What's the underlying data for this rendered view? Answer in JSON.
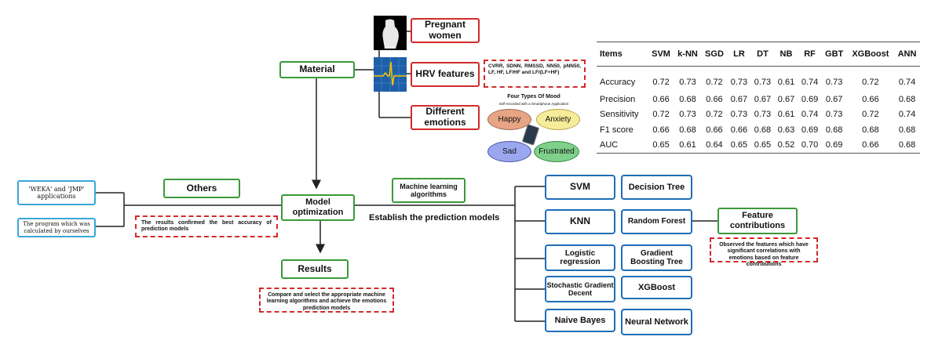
{
  "left": {
    "weka": "'WEKA' and 'JMP' applications",
    "program": "The program which was calculated by ourselves",
    "others": "Others"
  },
  "material": "Material",
  "inputs": {
    "pregnant": "Pregnant women",
    "hrv": "HRV features",
    "hrv_list": "CVRR, SDNN, RMSSD, NN50, pNN50, LF, HF, LF/HF and LF/(LF+HF)",
    "emotions": "Different emotions"
  },
  "mood": {
    "title": "Four Types Of Mood",
    "subtitle": "Self-recorded with a Smartphone Application",
    "items": [
      "Happy",
      "Anxiety",
      "Sad",
      "Frustrated"
    ]
  },
  "center": {
    "model_opt": "Model optimization",
    "ml": "Machine learning algorithms",
    "establish": "Establish the prediction models",
    "confirm": "The results confirmed the best accuracy of prediction models",
    "results": "Results",
    "results_note": "Compare and select the appropriate machine learning algorithms and achieve the emotions prediction models"
  },
  "models": [
    "SVM",
    "Decision Tree",
    "KNN",
    "Random Forest",
    "Logistic regression",
    "Gradient Boosting Tree",
    "Stochastic Gradient Decent",
    "XGBoost",
    "Naive Bayes",
    "Neural Network"
  ],
  "feature": {
    "label": "Feature contributions",
    "note": "Observed the features which have significant correlations with emotions based on feature contributions"
  },
  "colors": {
    "green": "#3a9a3a",
    "red": "#d22a2a",
    "blue": "#1f6db6",
    "cyan": "#3aa7d8"
  },
  "table": {
    "headers": [
      "Items",
      "SVM",
      "k-NN",
      "SGD",
      "LR",
      "DT",
      "NB",
      "RF",
      "GBT",
      "XGBoost",
      "ANN"
    ],
    "rows": [
      [
        "Accuracy",
        "0.72",
        "0.73",
        "0.72",
        "0.73",
        "0.73",
        "0.61",
        "0.74",
        "0.73",
        "0.72",
        "0.74"
      ],
      [
        "Precision",
        "0.66",
        "0.68",
        "0.66",
        "0.67",
        "0.67",
        "0.67",
        "0.69",
        "0.67",
        "0.66",
        "0.68"
      ],
      [
        "Sensitivity",
        "0.72",
        "0.73",
        "0.72",
        "0.73",
        "0.73",
        "0.61",
        "0.74",
        "0.73",
        "0.72",
        "0.74"
      ],
      [
        "F1 score",
        "0.66",
        "0.68",
        "0.66",
        "0.66",
        "0.68",
        "0.63",
        "0.69",
        "0.68",
        "0.68",
        "0.68"
      ],
      [
        "AUC",
        "0.65",
        "0.61",
        "0.64",
        "0.65",
        "0.65",
        "0.52",
        "0.70",
        "0.69",
        "0.66",
        "0.68"
      ]
    ]
  }
}
